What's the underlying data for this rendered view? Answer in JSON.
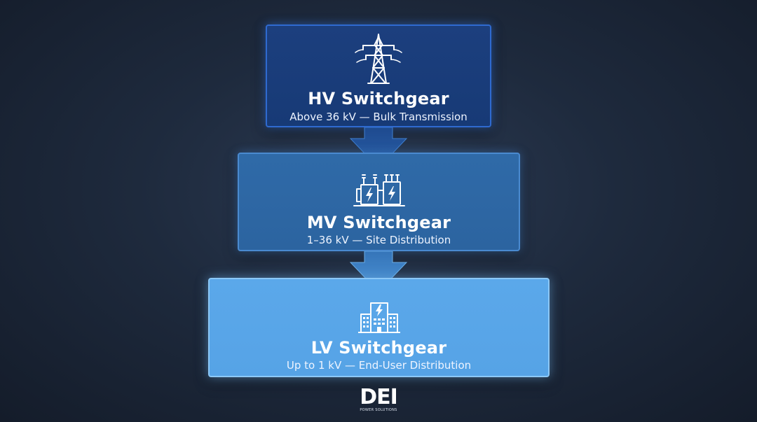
{
  "tiers": {
    "hv": {
      "title": "HV Switchgear",
      "subtitle": "Above 36 kV — Bulk Transmission",
      "icon": "transmission-tower-icon"
    },
    "mv": {
      "title": "MV Switchgear",
      "subtitle": "1–36 kV — Site Distribution",
      "icon": "substation-transformer-icon"
    },
    "lv": {
      "title": "LV Switchgear",
      "subtitle": "Up to 1 kV — End-User Distribution",
      "icon": "powered-building-icon"
    }
  },
  "logo": {
    "mark": "DEI",
    "tagline": "POWER SOLUTIONS"
  },
  "colors": {
    "background": "#1e2a3d",
    "hv_fill": "#1c3f7e",
    "mv_fill": "#2f6aa8",
    "lv_fill": "#5ba8ea",
    "text": "#ffffff"
  }
}
